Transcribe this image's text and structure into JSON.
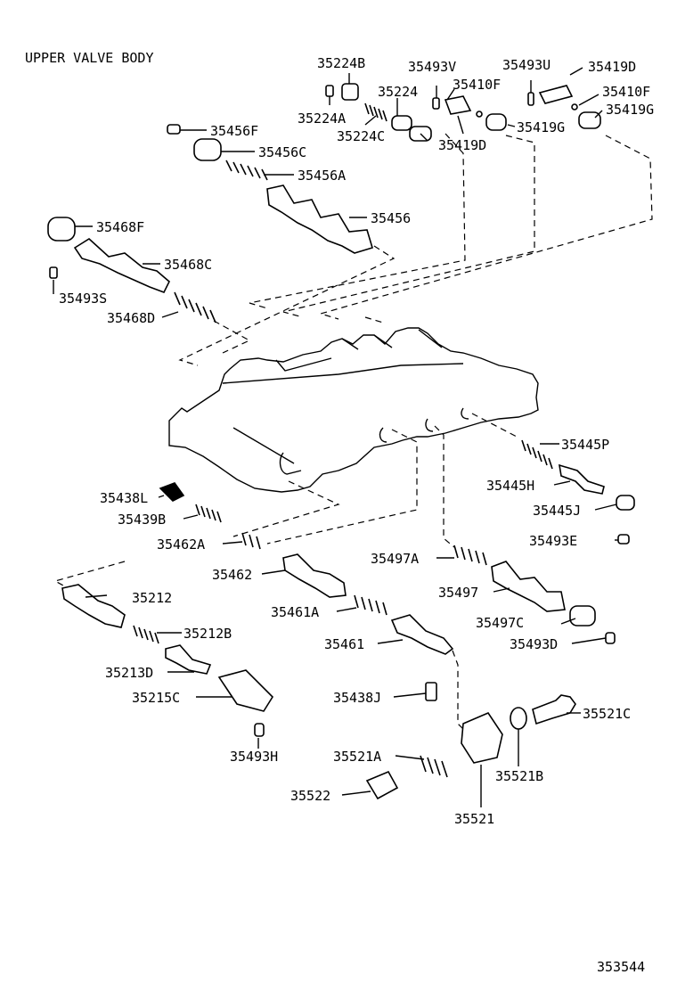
{
  "title": "UPPER VALVE BODY",
  "figure_code": "353544",
  "labels": {
    "p35224B": "35224B",
    "p35493V": "35493V",
    "p35493U": "35493U",
    "p35419D_top": "35419D",
    "p35410F_a": "35410F",
    "p35224": "35224",
    "p35410F_b": "35410F",
    "p35224A": "35224A",
    "p35419G_a": "35419G",
    "p35419G_b": "35419G",
    "p35456F": "35456F",
    "p35224C": "35224C",
    "p35419D_b": "35419D",
    "p35456C": "35456C",
    "p35456A": "35456A",
    "p35456": "35456",
    "p35468F": "35468F",
    "p35468C": "35468C",
    "p35493S": "35493S",
    "p35468D": "35468D",
    "p35445P": "35445P",
    "p35445H": "35445H",
    "p35445J": "35445J",
    "p35438L": "35438L",
    "p35439B": "35439B",
    "p35462A": "35462A",
    "p35493E": "35493E",
    "p35497A": "35497A",
    "p35462": "35462",
    "p35212": "35212",
    "p35497": "35497",
    "p35461A": "35461A",
    "p35497C": "35497C",
    "p35212B": "35212B",
    "p35461": "35461",
    "p35493D": "35493D",
    "p35213D": "35213D",
    "p35215C": "35215C",
    "p35438J": "35438J",
    "p35521C": "35521C",
    "p35493H": "35493H",
    "p35521A": "35521A",
    "p35521B": "35521B",
    "p35522": "35522",
    "p35521": "35521"
  }
}
